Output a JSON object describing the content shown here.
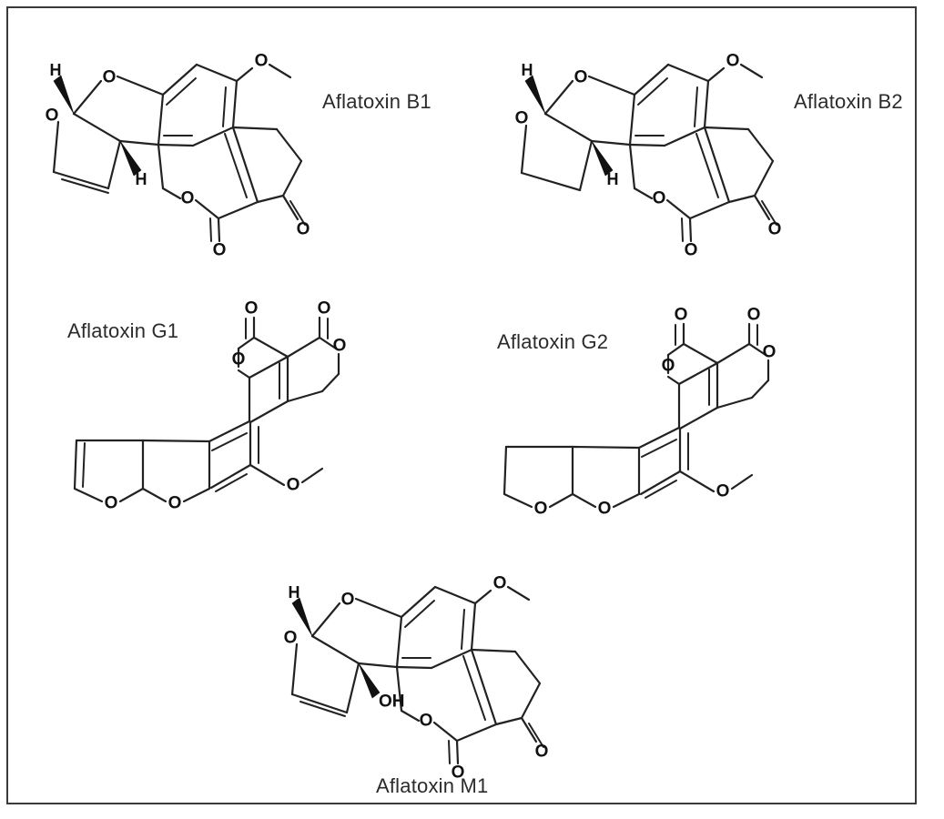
{
  "figure": {
    "kind": "chemical-structure-plate",
    "border_color": "#3a3a3a",
    "background": "#ffffff",
    "bond_color": "#222222",
    "label_color": "#2b2b2b"
  },
  "molecules": [
    {
      "id": "b1",
      "label": "Aflatoxin B1",
      "atoms": [
        "H",
        "O",
        "O",
        "O",
        "O",
        "O",
        "O",
        "H"
      ],
      "features": [
        "bisfuran with vinyl (unsaturated) terminal furan",
        "methoxy group",
        "coumarin lactone C=O",
        "cyclopentanone C=O",
        "two stereocentre hydrogens on bold wedges"
      ]
    },
    {
      "id": "b2",
      "label": "Aflatoxin B2",
      "atoms": [
        "H",
        "O",
        "O",
        "O",
        "O",
        "O",
        "O",
        "H"
      ],
      "features": [
        "bisfuran with saturated (tetrahydro) terminal furan",
        "methoxy group",
        "coumarin lactone C=O",
        "cyclopentanone C=O",
        "two stereocentre hydrogens on bold wedges"
      ]
    },
    {
      "id": "g1",
      "label": "Aflatoxin G1",
      "atoms": [
        "O",
        "O",
        "O",
        "O",
        "O",
        "O",
        "O"
      ],
      "features": [
        "bisfuran with vinyl (unsaturated) terminal furan",
        "methoxy group",
        "fused dilactone (two C=O) pyranone system"
      ]
    },
    {
      "id": "g2",
      "label": "Aflatoxin G2",
      "atoms": [
        "O",
        "O",
        "O",
        "O",
        "O",
        "O",
        "O"
      ],
      "features": [
        "bisfuran with saturated (tetrahydro) terminal furan",
        "methoxy group",
        "fused dilactone (two C=O) pyranone system"
      ]
    },
    {
      "id": "m1",
      "label": "Aflatoxin M1",
      "atoms": [
        "H",
        "O",
        "O",
        "OH",
        "O",
        "O",
        "O",
        "O"
      ],
      "features": [
        "bisfuran with vinyl (unsaturated) terminal furan",
        "hydroxyl on bold wedge at ring-fusion stereocentre",
        "methoxy group",
        "coumarin lactone C=O",
        "cyclopentanone C=O"
      ]
    }
  ],
  "atom_labels": {
    "oxygen": "O",
    "hydrogen": "H",
    "hydroxyl": "OH"
  }
}
